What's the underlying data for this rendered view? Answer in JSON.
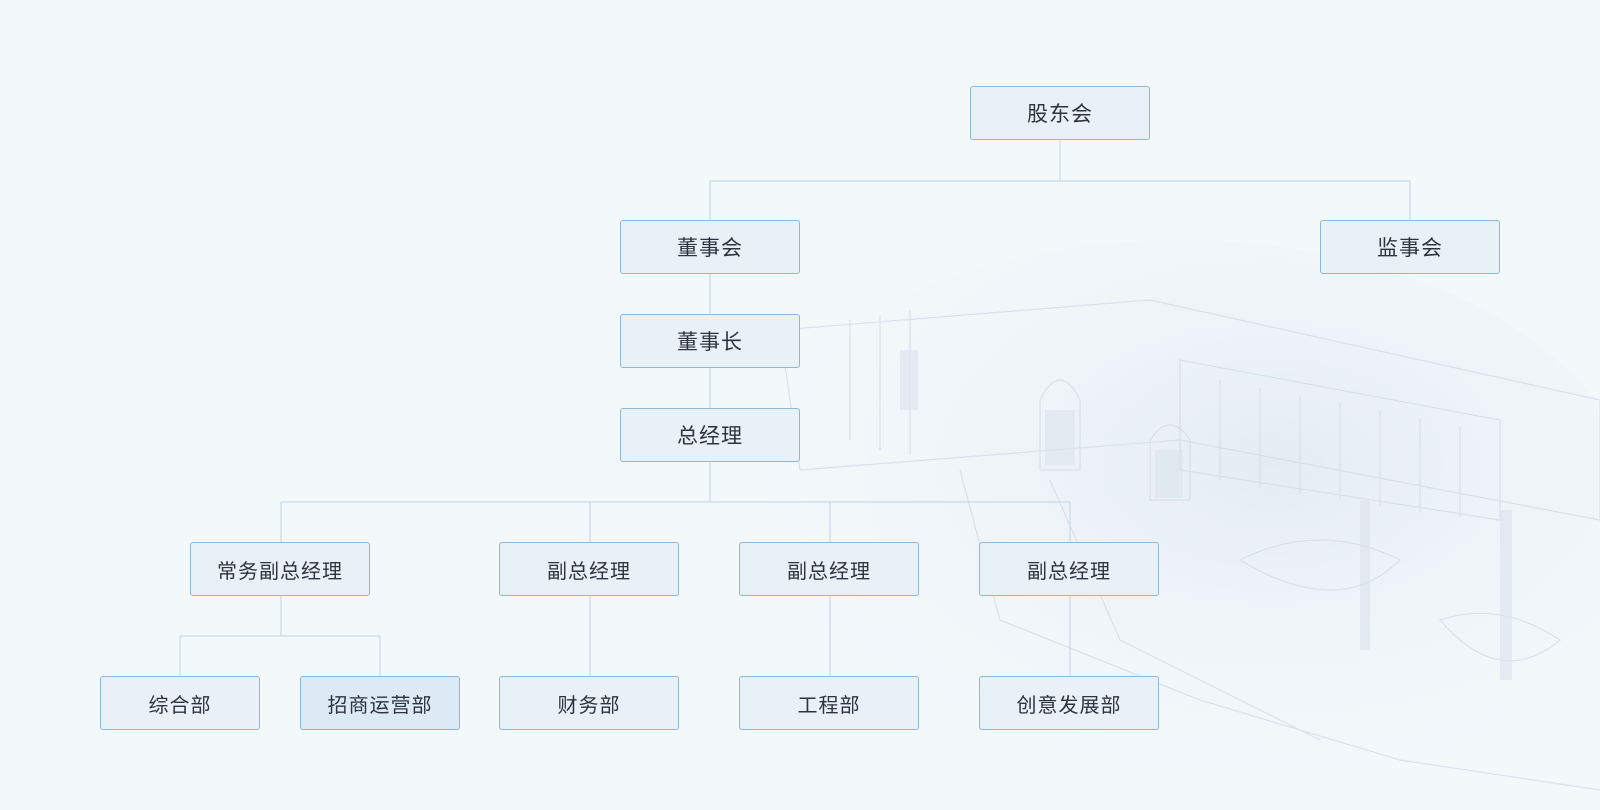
{
  "org": {
    "shareholders": "股东会",
    "board": "董事会",
    "supervisors": "监事会",
    "chairman": "董事长",
    "gm": "总经理",
    "exec_vp": "常务副总经理",
    "vp1": "副总经理",
    "vp2": "副总经理",
    "vp3": "副总经理",
    "admin_dept": "综合部",
    "ops_dept": "招商运营部",
    "finance_dept": "财务部",
    "engineering_dept": "工程部",
    "dev_dept": "创意发展部"
  },
  "colors": {
    "background": "#f3f8fb",
    "box_fill": "#e8f0f8",
    "box_border": "#8fb7d8",
    "connector": "#c9d9e6",
    "text": "#2d3340"
  }
}
